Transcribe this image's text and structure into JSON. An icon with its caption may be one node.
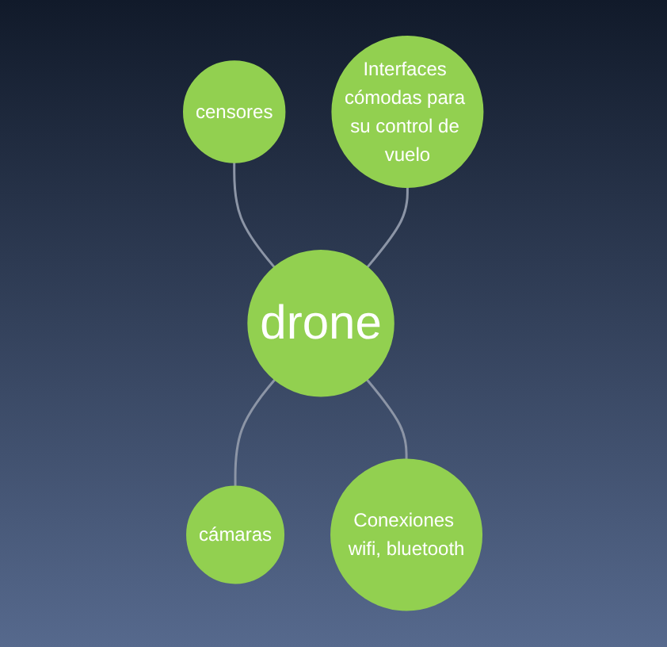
{
  "diagram": {
    "nodes": [
      {
        "text": [
          "drone"
        ]
      },
      {
        "text": [
          "censores"
        ]
      },
      {
        "text": [
          "Interfaces cómodas para su control de vuelo"
        ]
      },
      {
        "text": [
          "cámaras"
        ]
      },
      {
        "text": [
          "Conexiones wifi, bluetooth"
        ]
      }
    ],
    "edges": [
      {
        "from": 1,
        "to": 0,
        "arrow": "none"
      },
      {
        "from": 2,
        "to": 0,
        "arrow": "none"
      },
      {
        "from": 0,
        "to": 3,
        "arrow": "none"
      },
      {
        "from": 0,
        "to": 4,
        "arrow": "none"
      }
    ]
  }
}
